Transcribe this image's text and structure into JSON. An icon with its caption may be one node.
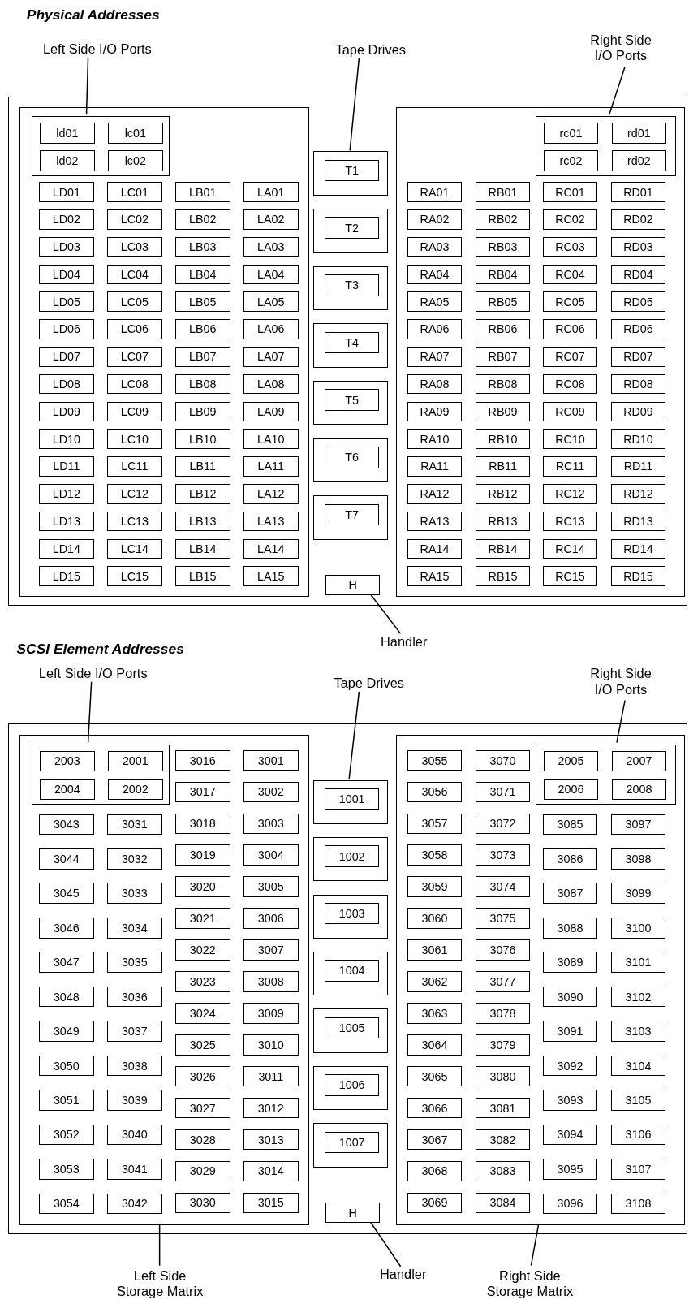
{
  "diagram": {
    "nodes": [
      {
        "text": [
          "Left Side I/O Ports"
        ]
      },
      {
        "text": [
          "Tape Drives"
        ]
      },
      {
        "text": [
          "Right Side I/O Ports"
        ]
      },
      {
        "text": [],
        "shape": "box"
      },
      {
        "text": [],
        "shape": "box",
        "in": 3
      },
      {
        "text": [],
        "shape": "box",
        "in": 4
      },
      {
        "text": [
          "ld01"
        ],
        "in": 5
      },
      {
        "text": [
          "lc01"
        ],
        "in": 5
      },
      {
        "text": [
          "ld02"
        ],
        "in": 5
      },
      {
        "text": [
          "lc02"
        ],
        "in": 5
      },
      {
        "text": [
          "LD01"
        ],
        "in": 4
      },
      {
        "text": [
          "LC01"
        ],
        "in": 4
      },
      {
        "text": [
          "LB01"
        ],
        "in": 4
      },
      {
        "text": [
          "LA01"
        ],
        "in": 4
      },
      {
        "text": [
          "LD02"
        ],
        "in": 4
      },
      {
        "text": [
          "LC02"
        ],
        "in": 4
      },
      {
        "text": [
          "LB02"
        ],
        "in": 4
      },
      {
        "text": [
          "LA02"
        ],
        "in": 4
      },
      {
        "text": [
          "LD03"
        ],
        "in": 4
      },
      {
        "text": [
          "LC03"
        ],
        "in": 4
      },
      {
        "text": [
          "LB03"
        ],
        "in": 4
      },
      {
        "text": [
          "LA03"
        ],
        "in": 4
      },
      {
        "text": [
          "LD04"
        ],
        "in": 4
      },
      {
        "text": [
          "LC04"
        ],
        "in": 4
      },
      {
        "text": [
          "LB04"
        ],
        "in": 4
      },
      {
        "text": [
          "LA04"
        ],
        "in": 4
      },
      {
        "text": [
          "LD05"
        ],
        "in": 4
      },
      {
        "text": [
          "LC05"
        ],
        "in": 4
      },
      {
        "text": [
          "LB05"
        ],
        "in": 4
      },
      {
        "text": [
          "LA05"
        ],
        "in": 4
      },
      {
        "text": [
          "LD06"
        ],
        "in": 4
      },
      {
        "text": [
          "LC06"
        ],
        "in": 4
      },
      {
        "text": [
          "LB06"
        ],
        "in": 4
      },
      {
        "text": [
          "LA06"
        ],
        "in": 4
      },
      {
        "text": [
          "LD07"
        ],
        "in": 4
      },
      {
        "text": [
          "LC07"
        ],
        "in": 4
      },
      {
        "text": [
          "LB07"
        ],
        "in": 4
      },
      {
        "text": [
          "LA07"
        ],
        "in": 4
      },
      {
        "text": [
          "LD08"
        ],
        "in": 4
      },
      {
        "text": [
          "LC08"
        ],
        "in": 4
      },
      {
        "text": [
          "LB08"
        ],
        "in": 4
      },
      {
        "text": [
          "LA08"
        ],
        "in": 4
      },
      {
        "text": [
          "LD09"
        ],
        "in": 4
      },
      {
        "text": [
          "LC09"
        ],
        "in": 4
      },
      {
        "text": [
          "LB09"
        ],
        "in": 4
      },
      {
        "text": [
          "LA09"
        ],
        "in": 4
      },
      {
        "text": [
          "LD10"
        ],
        "in": 4
      },
      {
        "text": [
          "LC10"
        ],
        "in": 4
      },
      {
        "text": [
          "LB10"
        ],
        "in": 4
      },
      {
        "text": [
          "LA10"
        ],
        "in": 4
      },
      {
        "text": [
          "LD11"
        ],
        "in": 4
      },
      {
        "text": [
          "LC11"
        ],
        "in": 4
      },
      {
        "text": [
          "LB11"
        ],
        "in": 4
      },
      {
        "text": [
          "LA11"
        ],
        "in": 4
      },
      {
        "text": [
          "LD12"
        ],
        "in": 4
      },
      {
        "text": [
          "LC12"
        ],
        "in": 4
      },
      {
        "text": [
          "LB12"
        ],
        "in": 4
      },
      {
        "text": [
          "LA12"
        ],
        "in": 4
      },
      {
        "text": [
          "LD13"
        ],
        "in": 4
      },
      {
        "text": [
          "LC13"
        ],
        "in": 4
      },
      {
        "text": [
          "LB13"
        ],
        "in": 4
      },
      {
        "text": [
          "LA13"
        ],
        "in": 4
      },
      {
        "text": [
          "LD14"
        ],
        "in": 4
      },
      {
        "text": [
          "LC14"
        ],
        "in": 4
      },
      {
        "text": [
          "LB14"
        ],
        "in": 4
      },
      {
        "text": [
          "LA14"
        ],
        "in": 4
      },
      {
        "text": [
          "LD15"
        ],
        "in": 4
      },
      {
        "text": [
          "LC15"
        ],
        "in": 4
      },
      {
        "text": [
          "LB15"
        ],
        "in": 4
      },
      {
        "text": [
          "LA15"
        ],
        "in": 4
      },
      {
        "text": [],
        "shape": "box",
        "in": 3
      },
      {
        "text": [
          "T1"
        ],
        "in": 70
      },
      {
        "text": [],
        "shape": "box",
        "in": 3
      },
      {
        "text": [
          "T2"
        ],
        "in": 72
      },
      {
        "text": [],
        "shape": "box",
        "in": 3
      },
      {
        "text": [
          "T3"
        ],
        "in": 74
      },
      {
        "text": [],
        "shape": "box",
        "in": 3
      },
      {
        "text": [
          "T4"
        ],
        "in": 76
      },
      {
        "text": [],
        "shape": "box",
        "in": 3
      },
      {
        "text": [
          "T5"
        ],
        "in": 78
      },
      {
        "text": [],
        "shape": "box",
        "in": 3
      },
      {
        "text": [
          "T6"
        ],
        "in": 80
      },
      {
        "text": [],
        "shape": "box",
        "in": 3
      },
      {
        "text": [
          "T7"
        ],
        "in": 82
      },
      {
        "text": [],
        "shape": "box",
        "in": 3
      },
      {
        "text": [],
        "shape": "box",
        "in": 84
      },
      {
        "text": [
          "rc01"
        ],
        "in": 85
      },
      {
        "text": [
          "rd01"
        ],
        "in": 85
      },
      {
        "text": [
          "rc02"
        ],
        "in": 85
      },
      {
        "text": [
          "rd02"
        ],
        "in": 85
      },
      {
        "text": [
          "RA01"
        ],
        "in": 84
      },
      {
        "text": [
          "RB01"
        ],
        "in": 84
      },
      {
        "text": [
          "RC01"
        ],
        "in": 84
      },
      {
        "text": [
          "RD01"
        ],
        "in": 84
      },
      {
        "text": [
          "RA02"
        ],
        "in": 84
      },
      {
        "text": [
          "RB02"
        ],
        "in": 84
      },
      {
        "text": [
          "RC02"
        ],
        "in": 84
      },
      {
        "text": [
          "RD02"
        ],
        "in": 84
      },
      {
        "text": [
          "RA03"
        ],
        "in": 84
      },
      {
        "text": [
          "RB03"
        ],
        "in": 84
      },
      {
        "text": [
          "RC03"
        ],
        "in": 84
      },
      {
        "text": [
          "RD03"
        ],
        "in": 84
      },
      {
        "text": [
          "RA04"
        ],
        "in": 84
      },
      {
        "text": [
          "RB04"
        ],
        "in": 84
      },
      {
        "text": [
          "RC04"
        ],
        "in": 84
      },
      {
        "text": [
          "RD04"
        ],
        "in": 84
      },
      {
        "text": [
          "RA05"
        ],
        "in": 84
      },
      {
        "text": [
          "RB05"
        ],
        "in": 84
      },
      {
        "text": [
          "RC05"
        ],
        "in": 84
      },
      {
        "text": [
          "RD05"
        ],
        "in": 84
      },
      {
        "text": [
          "RA06"
        ],
        "in": 84
      },
      {
        "text": [
          "RB06"
        ],
        "in": 84
      },
      {
        "text": [
          "RC06"
        ],
        "in": 84
      },
      {
        "text": [
          "RD06"
        ],
        "in": 84
      },
      {
        "text": [
          "RA07"
        ],
        "in": 84
      },
      {
        "text": [
          "RB07"
        ],
        "in": 84
      },
      {
        "text": [
          "RC07"
        ],
        "in": 84
      },
      {
        "text": [
          "RD07"
        ],
        "in": 84
      },
      {
        "text": [
          "RA08"
        ],
        "in": 84
      },
      {
        "text": [
          "RB08"
        ],
        "in": 84
      },
      {
        "text": [
          "RC08"
        ],
        "in": 84
      },
      {
        "text": [
          "RD08"
        ],
        "in": 84
      },
      {
        "text": [
          "RA09"
        ],
        "in": 84
      },
      {
        "text": [
          "RB09"
        ],
        "in": 84
      },
      {
        "text": [
          "RC09"
        ],
        "in": 84
      },
      {
        "text": [
          "RD09"
        ],
        "in": 84
      },
      {
        "text": [
          "RA10"
        ],
        "in": 84
      },
      {
        "text": [
          "RB10"
        ],
        "in": 84
      },
      {
        "text": [
          "RC10"
        ],
        "in": 84
      },
      {
        "text": [
          "RD10"
        ],
        "in": 84
      },
      {
        "text": [
          "RA11"
        ],
        "in": 84
      },
      {
        "text": [
          "RB11"
        ],
        "in": 84
      },
      {
        "text": [
          "RC11"
        ],
        "in": 84
      },
      {
        "text": [
          "RD11"
        ],
        "in": 84
      },
      {
        "text": [
          "RA12"
        ],
        "in": 84
      },
      {
        "text": [
          "RB12"
        ],
        "in": 84
      },
      {
        "text": [
          "RC12"
        ],
        "in": 84
      },
      {
        "text": [
          "RD12"
        ],
        "in": 84
      },
      {
        "text": [
          "RA13"
        ],
        "in": 84
      },
      {
        "text": [
          "RB13"
        ],
        "in": 84
      },
      {
        "text": [
          "RC13"
        ],
        "in": 84
      },
      {
        "text": [
          "RD13"
        ],
        "in": 84
      },
      {
        "text": [
          "RA14"
        ],
        "in": 84
      },
      {
        "text": [
          "RB14"
        ],
        "in": 84
      },
      {
        "text": [
          "RC14"
        ],
        "in": 84
      },
      {
        "text": [
          "RD14"
        ],
        "in": 84
      },
      {
        "text": [
          "RA15"
        ],
        "in": 84
      },
      {
        "text": [
          "RB15"
        ],
        "in": 84
      },
      {
        "text": [
          "RC15"
        ],
        "in": 84
      },
      {
        "text": [
          "RD15"
        ],
        "in": 84
      },
      {
        "text": [
          "H"
        ],
        "in": 3
      },
      {
        "text": [
          "Handler"
        ]
      },
      {
        "text": [
          "Left Side I/O Ports"
        ]
      },
      {
        "text": [
          "Tape Drives"
        ]
      },
      {
        "text": [
          "Right Side I/O Ports"
        ]
      },
      {
        "text": [],
        "shape": "box"
      },
      {
        "text": [],
        "shape": "box",
        "in": 155
      },
      {
        "text": [],
        "shape": "box",
        "in": 156
      },
      {
        "text": [
          "2003"
        ],
        "in": 157
      },
      {
        "text": [
          "2001"
        ],
        "in": 157
      },
      {
        "text": [
          "2004"
        ],
        "in": 157
      },
      {
        "text": [
          "2002"
        ],
        "in": 157
      },
      {
        "text": [
          "3016"
        ],
        "in": 156
      },
      {
        "text": [
          "3001"
        ],
        "in": 156
      },
      {
        "text": [
          "3017"
        ],
        "in": 156
      },
      {
        "text": [
          "3002"
        ],
        "in": 156
      },
      {
        "text": [
          "3018"
        ],
        "in": 156
      },
      {
        "text": [
          "3003"
        ],
        "in": 156
      },
      {
        "text": [
          "3019"
        ],
        "in": 156
      },
      {
        "text": [
          "3004"
        ],
        "in": 156
      },
      {
        "text": [
          "3020"
        ],
        "in": 156
      },
      {
        "text": [
          "3005"
        ],
        "in": 156
      },
      {
        "text": [
          "3021"
        ],
        "in": 156
      },
      {
        "text": [
          "3006"
        ],
        "in": 156
      },
      {
        "text": [
          "3022"
        ],
        "in": 156
      },
      {
        "text": [
          "3007"
        ],
        "in": 156
      },
      {
        "text": [
          "3023"
        ],
        "in": 156
      },
      {
        "text": [
          "3008"
        ],
        "in": 156
      },
      {
        "text": [
          "3024"
        ],
        "in": 156
      },
      {
        "text": [
          "3009"
        ],
        "in": 156
      },
      {
        "text": [
          "3025"
        ],
        "in": 156
      },
      {
        "text": [
          "3010"
        ],
        "in": 156
      },
      {
        "text": [
          "3026"
        ],
        "in": 156
      },
      {
        "text": [
          "3011"
        ],
        "in": 156
      },
      {
        "text": [
          "3027"
        ],
        "in": 156
      },
      {
        "text": [
          "3012"
        ],
        "in": 156
      },
      {
        "text": [
          "3028"
        ],
        "in": 156
      },
      {
        "text": [
          "3013"
        ],
        "in": 156
      },
      {
        "text": [
          "3029"
        ],
        "in": 156
      },
      {
        "text": [
          "3014"
        ],
        "in": 156
      },
      {
        "text": [
          "3030"
        ],
        "in": 156
      },
      {
        "text": [
          "3015"
        ],
        "in": 156
      },
      {
        "text": [
          "3043"
        ],
        "in": 156
      },
      {
        "text": [
          "3031"
        ],
        "in": 156
      },
      {
        "text": [
          "3044"
        ],
        "in": 156
      },
      {
        "text": [
          "3032"
        ],
        "in": 156
      },
      {
        "text": [
          "3045"
        ],
        "in": 156
      },
      {
        "text": [
          "3033"
        ],
        "in": 156
      },
      {
        "text": [
          "3046"
        ],
        "in": 156
      },
      {
        "text": [
          "3034"
        ],
        "in": 156
      },
      {
        "text": [
          "3047"
        ],
        "in": 156
      },
      {
        "text": [
          "3035"
        ],
        "in": 156
      },
      {
        "text": [
          "3048"
        ],
        "in": 156
      },
      {
        "text": [
          "3036"
        ],
        "in": 156
      },
      {
        "text": [
          "3049"
        ],
        "in": 156
      },
      {
        "text": [
          "3037"
        ],
        "in": 156
      },
      {
        "text": [
          "3050"
        ],
        "in": 156
      },
      {
        "text": [
          "3038"
        ],
        "in": 156
      },
      {
        "text": [
          "3051"
        ],
        "in": 156
      },
      {
        "text": [
          "3039"
        ],
        "in": 156
      },
      {
        "text": [
          "3052"
        ],
        "in": 156
      },
      {
        "text": [
          "3040"
        ],
        "in": 156
      },
      {
        "text": [
          "3053"
        ],
        "in": 156
      },
      {
        "text": [
          "3041"
        ],
        "in": 156
      },
      {
        "text": [
          "3054"
        ],
        "in": 156
      },
      {
        "text": [
          "3042"
        ],
        "in": 156
      },
      {
        "text": [],
        "shape": "box",
        "in": 155
      },
      {
        "text": [
          "1001"
        ],
        "in": 216
      },
      {
        "text": [],
        "shape": "box",
        "in": 155
      },
      {
        "text": [
          "1002"
        ],
        "in": 218
      },
      {
        "text": [],
        "shape": "box",
        "in": 155
      },
      {
        "text": [
          "1003"
        ],
        "in": 220
      },
      {
        "text": [],
        "shape": "box",
        "in": 155
      },
      {
        "text": [
          "1004"
        ],
        "in": 222
      },
      {
        "text": [],
        "shape": "box",
        "in": 155
      },
      {
        "text": [
          "1005"
        ],
        "in": 224
      },
      {
        "text": [],
        "shape": "box",
        "in": 155
      },
      {
        "text": [
          "1006"
        ],
        "in": 226
      },
      {
        "text": [],
        "shape": "box",
        "in": 155
      },
      {
        "text": [
          "1007"
        ],
        "in": 228
      },
      {
        "text": [],
        "shape": "box",
        "in": 155
      },
      {
        "text": [],
        "shape": "box",
        "in": 230
      },
      {
        "text": [
          "2005"
        ],
        "in": 231
      },
      {
        "text": [
          "2007"
        ],
        "in": 231
      },
      {
        "text": [
          "2006"
        ],
        "in": 231
      },
      {
        "text": [
          "2008"
        ],
        "in": 231
      },
      {
        "text": [
          "3055"
        ],
        "in": 230
      },
      {
        "text": [
          "3070"
        ],
        "in": 230
      },
      {
        "text": [
          "3056"
        ],
        "in": 230
      },
      {
        "text": [
          "3071"
        ],
        "in": 230
      },
      {
        "text": [
          "3057"
        ],
        "in": 230
      },
      {
        "text": [
          "3072"
        ],
        "in": 230
      },
      {
        "text": [
          "3058"
        ],
        "in": 230
      },
      {
        "text": [
          "3073"
        ],
        "in": 230
      },
      {
        "text": [
          "3059"
        ],
        "in": 230
      },
      {
        "text": [
          "3074"
        ],
        "in": 230
      },
      {
        "text": [
          "3060"
        ],
        "in": 230
      },
      {
        "text": [
          "3075"
        ],
        "in": 230
      },
      {
        "text": [
          "3061"
        ],
        "in": 230
      },
      {
        "text": [
          "3076"
        ],
        "in": 230
      },
      {
        "text": [
          "3062"
        ],
        "in": 230
      },
      {
        "text": [
          "3077"
        ],
        "in": 230
      },
      {
        "text": [
          "3063"
        ],
        "in": 230
      },
      {
        "text": [
          "3078"
        ],
        "in": 230
      },
      {
        "text": [
          "3064"
        ],
        "in": 230
      },
      {
        "text": [
          "3079"
        ],
        "in": 230
      },
      {
        "text": [
          "3065"
        ],
        "in": 230
      },
      {
        "text": [
          "3080"
        ],
        "in": 230
      },
      {
        "text": [
          "3066"
        ],
        "in": 230
      },
      {
        "text": [
          "3081"
        ],
        "in": 230
      },
      {
        "text": [
          "3067"
        ],
        "in": 230
      },
      {
        "text": [
          "3082"
        ],
        "in": 230
      },
      {
        "text": [
          "3068"
        ],
        "in": 230
      },
      {
        "text": [
          "3083"
        ],
        "in": 230
      },
      {
        "text": [
          "3069"
        ],
        "in": 230
      },
      {
        "text": [
          "3084"
        ],
        "in": 230
      },
      {
        "text": [
          "3085"
        ],
        "in": 230
      },
      {
        "text": [
          "3097"
        ],
        "in": 230
      },
      {
        "text": [
          "3086"
        ],
        "in": 230
      },
      {
        "text": [
          "3098"
        ],
        "in": 230
      },
      {
        "text": [
          "3087"
        ],
        "in": 230
      },
      {
        "text": [
          "3099"
        ],
        "in": 230
      },
      {
        "text": [
          "3088"
        ],
        "in": 230
      },
      {
        "text": [
          "3100"
        ],
        "in": 230
      },
      {
        "text": [
          "3089"
        ],
        "in": 230
      },
      {
        "text": [
          "3101"
        ],
        "in": 230
      },
      {
        "text": [
          "3090"
        ],
        "in": 230
      },
      {
        "text": [
          "3102"
        ],
        "in": 230
      },
      {
        "text": [
          "3091"
        ],
        "in": 230
      },
      {
        "text": [
          "3103"
        ],
        "in": 230
      },
      {
        "text": [
          "3092"
        ],
        "in": 230
      },
      {
        "text": [
          "3104"
        ],
        "in": 230
      },
      {
        "text": [
          "3093"
        ],
        "in": 230
      },
      {
        "text": [
          "3105"
        ],
        "in": 230
      },
      {
        "text": [
          "3094"
        ],
        "in": 230
      },
      {
        "text": [
          "3106"
        ],
        "in": 230
      },
      {
        "text": [
          "3095"
        ],
        "in": 230
      },
      {
        "text": [
          "3107"
        ],
        "in": 230
      },
      {
        "text": [
          "3096"
        ],
        "in": 230
      },
      {
        "text": [
          "3108"
        ],
        "in": 230
      },
      {
        "text": [
          "H"
        ],
        "in": 155
      },
      {
        "text": [
          "Handler"
        ]
      },
      {
        "text": [
          "Left Side Storage Matrix"
        ]
      },
      {
        "text": [
          "Right Side Storage Matrix"
        ]
      }
    ],
    "edges": [
      {
        "from": 0,
        "to": 5,
        "arrow": "none"
      },
      {
        "from": 1,
        "to": 70,
        "arrow": "none"
      },
      {
        "from": 2,
        "to": 85,
        "arrow": "none"
      },
      {
        "from": 151,
        "to": 150,
        "arrow": "none"
      },
      {
        "from": 152,
        "to": 157,
        "arrow": "none"
      },
      {
        "from": 153,
        "to": 216,
        "arrow": "none"
      },
      {
        "from": 154,
        "to": 231,
        "arrow": "none"
      },
      {
        "from": 291,
        "to": 290,
        "arrow": "none"
      },
      {
        "from": 292,
        "to": 156,
        "arrow": "none"
      },
      {
        "from": 293,
        "to": 230,
        "arrow": "none"
      }
    ],
    "labels": [
      "Physical Addresses",
      "SCSI Element Addresses"
    ]
  }
}
